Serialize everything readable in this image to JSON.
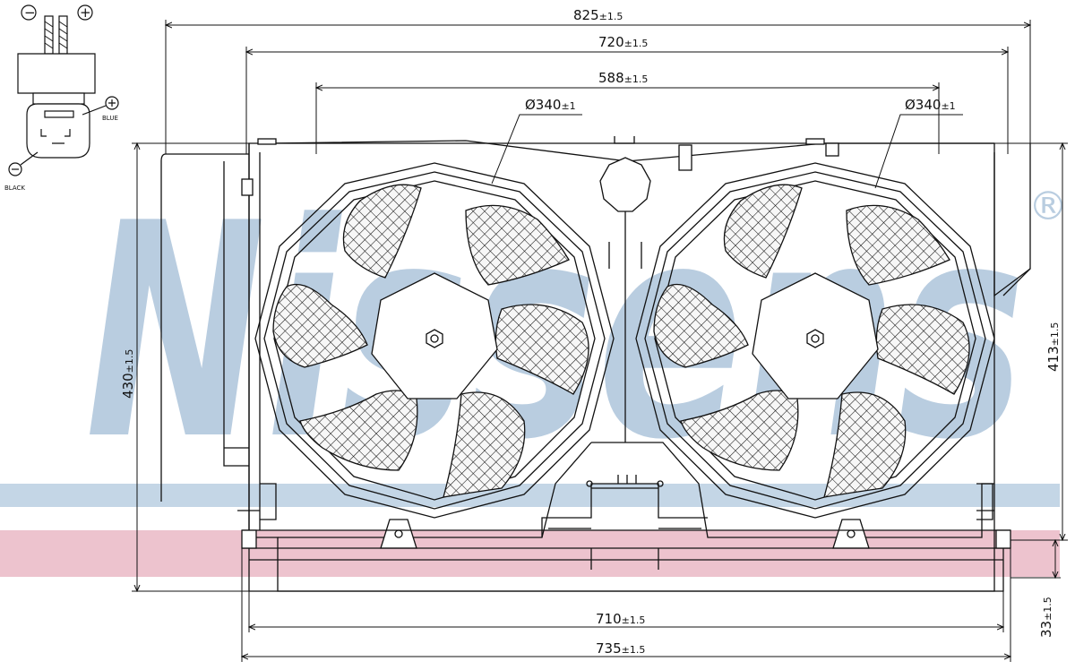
{
  "watermark": {
    "brand": "Nissens",
    "registered_mark": "®",
    "brand_color": "#b9cde0",
    "band_blue": "#c4d6e6",
    "band_red": "#eab9c5"
  },
  "connector": {
    "minus_symbol": "−",
    "plus_symbol": "+",
    "blue_label": "BLUE",
    "black_label": "BLACK"
  },
  "dimensions": {
    "overall_width": {
      "value": "825",
      "tol": "±1.5"
    },
    "mount_width": {
      "value": "720",
      "tol": "±1.5"
    },
    "inner_width": {
      "value": "588",
      "tol": "±1.5"
    },
    "fan_left_diameter": {
      "value": "Ø340",
      "tol": "±1"
    },
    "fan_right_diameter": {
      "value": "Ø340",
      "tol": "±1"
    },
    "total_height": {
      "value": "430",
      "tol": "±1.5"
    },
    "shroud_height": {
      "value": "413",
      "tol": "±1.5"
    },
    "bottom_width": {
      "value": "710",
      "tol": "±1.5"
    },
    "base_width": {
      "value": "735",
      "tol": "±1.5"
    },
    "bracket_height": {
      "value": "33",
      "tol": "±1.5"
    }
  }
}
